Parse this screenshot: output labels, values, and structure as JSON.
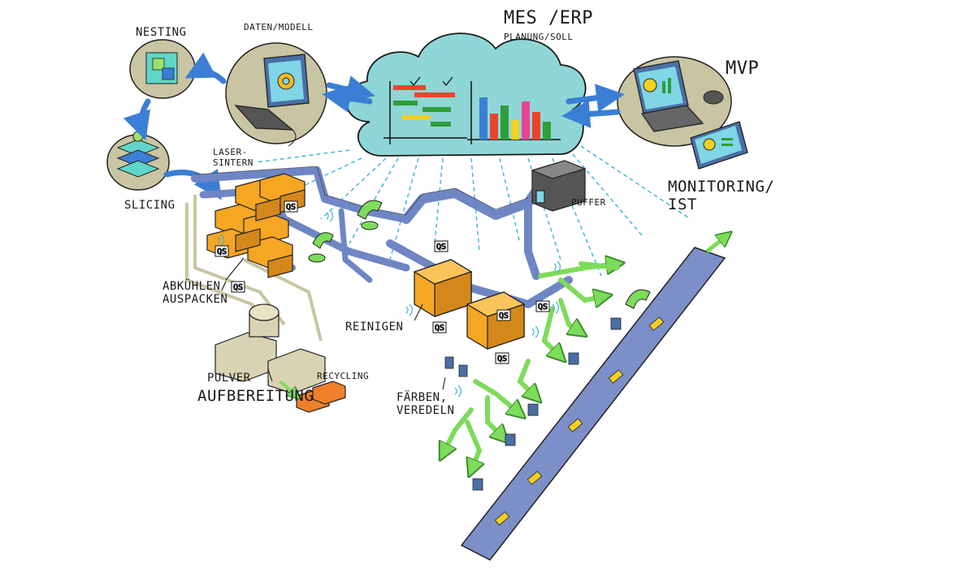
{
  "labels": {
    "nesting": "NESTING",
    "daten_modell": "DATEN/MODELL",
    "mes_erp": "MES /ERP",
    "planung_soll": "PLANUNG/SOLL",
    "mvp": "MVP",
    "monitoring_ist": "MONITORING/\nIST",
    "laser_sintern": "LASER-\nSINTERN",
    "slicing": "SLICING",
    "puffer": "PUFFER",
    "abkuehlen_auspacken": "ABKÜHLEN/\nAUSPACKEN",
    "reinigen": "REINIGEN",
    "pulver_aufbereitung_1": "PULVER",
    "pulver_aufbereitung_2": "AUFBEREITUNG",
    "recycling": "RECYCLING",
    "faerben_veredeln": "FÄRBEN,\nVEREDELN"
  },
  "qs_tag": "QS",
  "colors": {
    "cloud": "#8fd6d6",
    "conveyor": "#6f86c4",
    "machine_orange": "#f5a623",
    "green_flow": "#7ddc5b",
    "arrow_blue": "#3a7fd5",
    "bubble_olive": "#c9c5a3",
    "recycling_orange": "#f07f2a",
    "dashed": "#3bb3d6",
    "belt": "#7d8fc9"
  },
  "icons": [
    "nesting-cube-icon",
    "slicing-layers-icon",
    "laptop-gear-icon",
    "gantt-chart-icon",
    "bar-chart-icon",
    "laptop-dashboard-icon",
    "tablet-dashboard-icon",
    "robot-arm-icon",
    "wifi-sensor-icon"
  ]
}
